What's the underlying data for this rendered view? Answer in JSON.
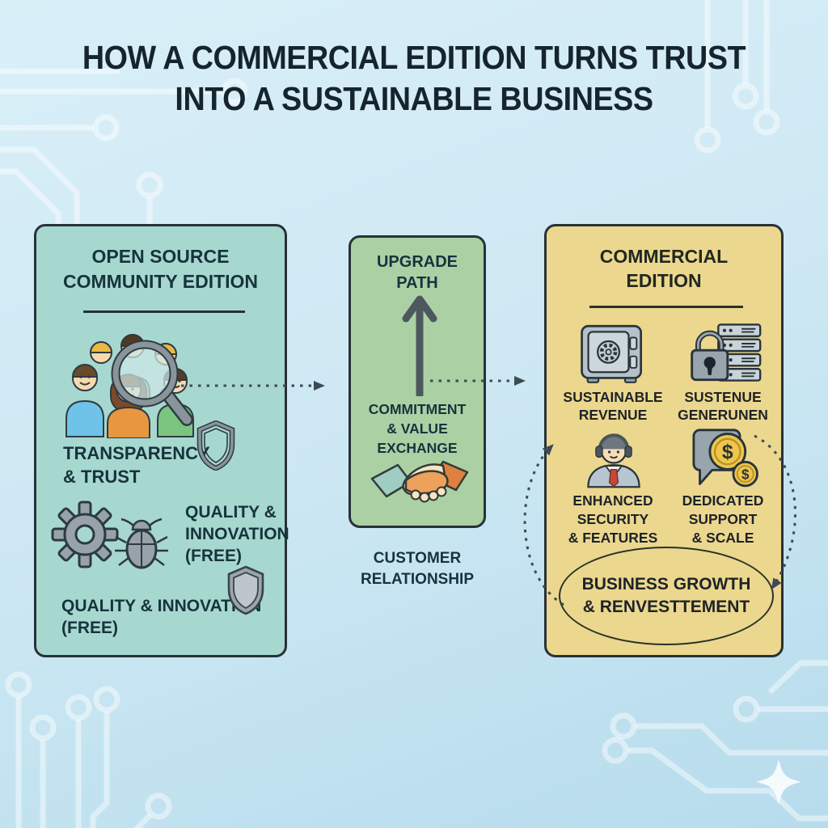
{
  "colors": {
    "bg-top": "#d9eff8",
    "bg-bottom": "#b7dcec",
    "panel-teal": "#a7d8d0",
    "panel-green": "#abd0a4",
    "panel-yellow": "#ecd78e",
    "panel-border": "#263238",
    "ink": "#17333c",
    "connector": "#3d4b54"
  },
  "title": "HOW A COMMERCIAL EDITION TURNS TRUST\nINTO A SUSTAINABLE BUSINESS",
  "left_panel": {
    "heading": "OPEN SOURCE\nCOMMUNITY EDITION",
    "labels": {
      "transparency": "TRANSPARENCY\n& TRUST",
      "quality_a": "QUALITY &\nINNOVATION\n(FREE)",
      "quality_b": "QUALITY & INNOVATION\n(FREE)"
    },
    "icons": [
      "community-users-magnifier-icon",
      "shield-outline-icon",
      "gear-icon",
      "bug-icon",
      "shield-filled-icon"
    ]
  },
  "middle_panel": {
    "heading": "UPGRADE\nPATH",
    "label": "COMMITMENT\n& VALUE EXCHANGE",
    "icons": [
      "up-arrow-icon",
      "handshake-icon"
    ],
    "caption_below": "CUSTOMER\nRELATIONSHIP"
  },
  "right_panel": {
    "heading": "COMMERCIAL\nEDITION",
    "features": [
      {
        "icon": "vault-icon",
        "label": "SUSTAINABLE\nREVENUE"
      },
      {
        "icon": "lock-servers-icon",
        "label": "SUSTENUE\nGENERUNEN"
      },
      {
        "icon": "support-agent-icon",
        "label": "ENHANCED\nSECURITY\n& FEATURES"
      },
      {
        "icon": "dollar-coins-chat-icon",
        "label": "DEDICATED\nSUPPORT\n& SCALE"
      }
    ],
    "outcome": "BUSINESS GROWTH\n& RENVESTTEMENT"
  }
}
